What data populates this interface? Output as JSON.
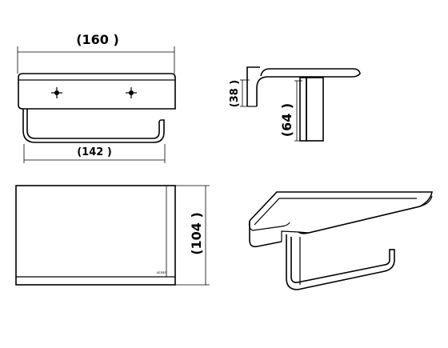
{
  "dimensions": {
    "width_overall": "(160 )",
    "width_inner": "(142 )",
    "plate_thickness": "(38 )",
    "arm_depth": "(64 )",
    "plate_depth": "(104 )"
  },
  "logo_text": "ocean"
}
